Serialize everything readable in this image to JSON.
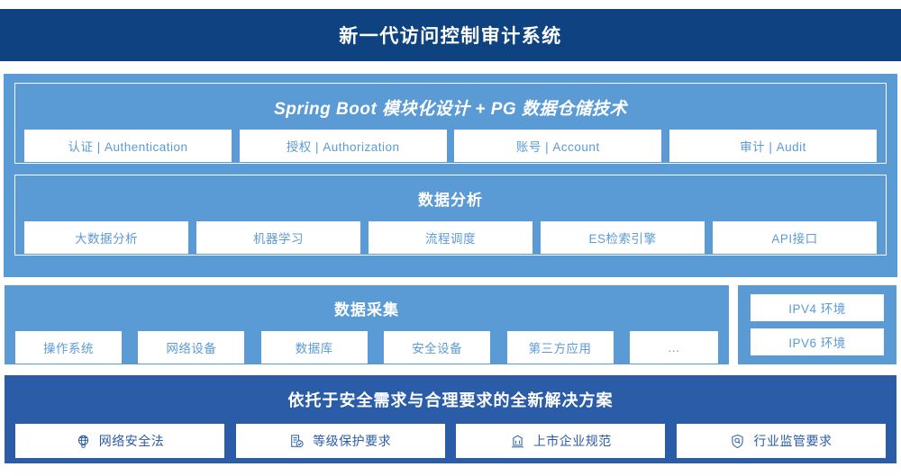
{
  "header": {
    "title": "新一代访问控制审计系统"
  },
  "sections": {
    "springboot": {
      "title": "Spring Boot 模块化设计 + PG 数据仓储技术",
      "items": [
        {
          "label": "认证 | Authentication"
        },
        {
          "label": "授权 | Authorization"
        },
        {
          "label": "账号 | Account"
        },
        {
          "label": "审计 | Audit"
        }
      ]
    },
    "analysis": {
      "title": "数据分析",
      "items": [
        {
          "label": "大数据分析"
        },
        {
          "label": "机器学习"
        },
        {
          "label": "流程调度"
        },
        {
          "label": "ES检索引擎"
        },
        {
          "label": "API接口"
        }
      ]
    },
    "collect": {
      "title": "数据采集",
      "items": [
        {
          "label": "操作系统"
        },
        {
          "label": "网络设备"
        },
        {
          "label": "数据库"
        },
        {
          "label": "安全设备"
        },
        {
          "label": "第三方应用"
        },
        {
          "label": "…"
        }
      ]
    },
    "ipenv": {
      "items": [
        {
          "label": "IPV4 环境"
        },
        {
          "label": "IPV6 环境"
        }
      ]
    },
    "solution": {
      "title": "依托于安全需求与合理要求的全新解决方案",
      "items": [
        {
          "label": "网络安全法",
          "icon": "globe-network-icon"
        },
        {
          "label": "等级保护要求",
          "icon": "document-check-icon"
        },
        {
          "label": "上市企业规范",
          "icon": "bank-building-icon"
        },
        {
          "label": "行业监管要求",
          "icon": "shield-search-icon"
        }
      ]
    }
  },
  "colors": {
    "title_bar": "#0f4280",
    "panel_light_blue": "#5b9bd5",
    "panel_medium_blue": "#2b5ca8",
    "box_background": "#ffffff",
    "page_background": "#ffffff"
  }
}
